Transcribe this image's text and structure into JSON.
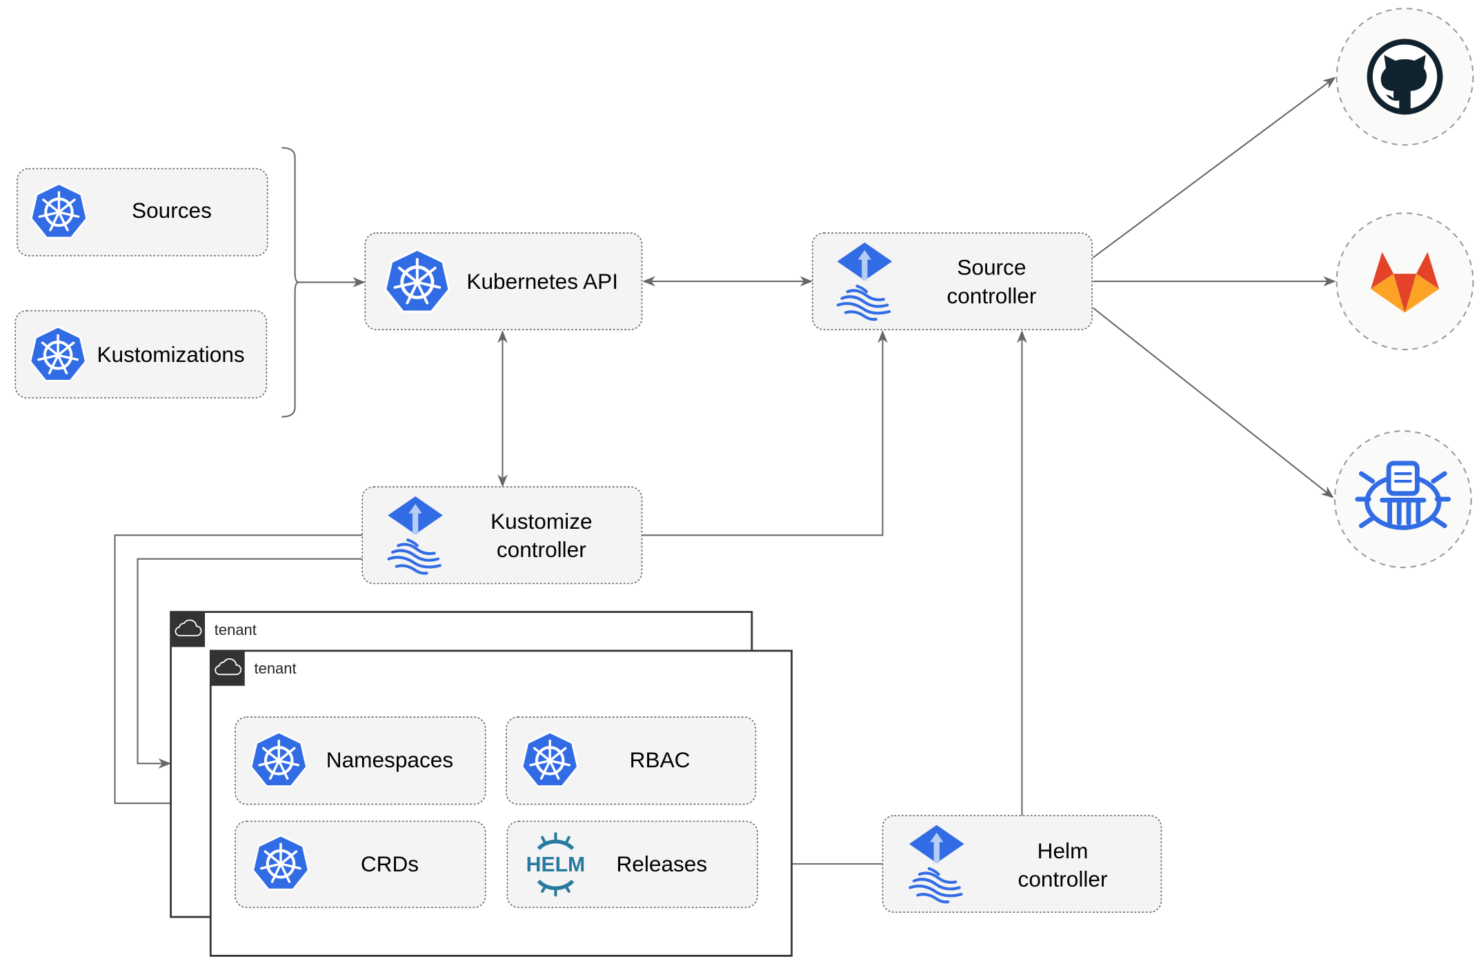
{
  "nodes": {
    "sources": "Sources",
    "kustomizations": "Kustomizations",
    "kubernetes_api": "Kubernetes API",
    "source_controller": [
      "Source",
      "controller"
    ],
    "kustomize_controller": [
      "Kustomize",
      "controller"
    ],
    "helm_controller": [
      "Helm",
      "controller"
    ],
    "namespaces": "Namespaces",
    "rbac": "RBAC",
    "crds": "CRDs",
    "releases": "Releases"
  },
  "tenants": [
    "tenant",
    "tenant"
  ],
  "helm_logo_text": "HELM",
  "icons": {
    "kubernetes": "kubernetes-icon",
    "flux": "flux-icon",
    "helm": "helm-icon",
    "cloud": "cloud-icon",
    "github": "github-icon",
    "gitlab": "gitlab-icon",
    "registry": "oci-registry-icon"
  },
  "colors": {
    "kubernetes_blue": "#326ce5",
    "helm_blue": "#277a9f",
    "edge": "#666666",
    "box_fill": "#f4f4f4",
    "github": "#11222f",
    "gitlab_red": "#e24329",
    "gitlab_orange": "#fca326"
  }
}
